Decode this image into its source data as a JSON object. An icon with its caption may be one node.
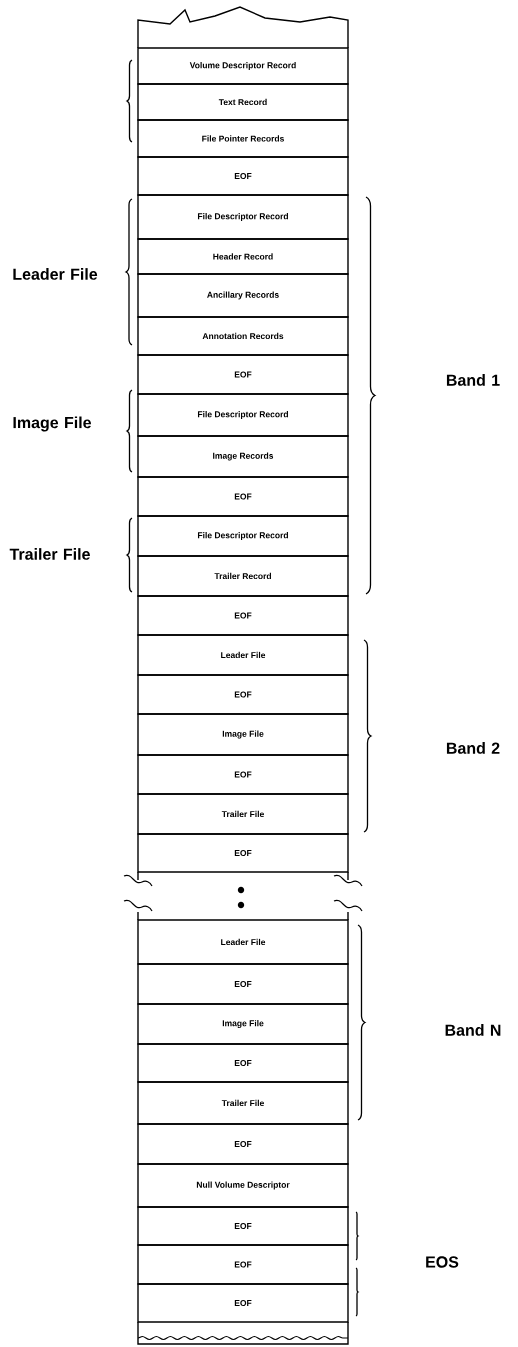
{
  "diagram": {
    "nodes": [
      {
        "text": [
          "Volume Descriptor Record"
        ]
      },
      {
        "text": [
          "Text Record"
        ]
      },
      {
        "text": [
          "File Pointer Records"
        ]
      },
      {
        "text": [
          "EOF"
        ]
      },
      {
        "text": [
          "File Descriptor Record"
        ]
      },
      {
        "text": [
          "Header Record"
        ]
      },
      {
        "text": [
          "Ancillary Records"
        ]
      },
      {
        "text": [
          "Annotation Records"
        ]
      },
      {
        "text": [
          "EOF"
        ]
      },
      {
        "text": [
          "File Descriptor Record"
        ]
      },
      {
        "text": [
          "Image Records"
        ]
      },
      {
        "text": [
          "EOF"
        ]
      },
      {
        "text": [
          "File Descriptor Record"
        ]
      },
      {
        "text": [
          "Trailer Record"
        ]
      },
      {
        "text": [
          "EOF"
        ]
      },
      {
        "text": [
          "Leader File"
        ]
      },
      {
        "text": [
          "EOF"
        ]
      },
      {
        "text": [
          "Image File"
        ]
      },
      {
        "text": [
          "EOF"
        ]
      },
      {
        "text": [
          "Trailer File"
        ]
      },
      {
        "text": [
          "EOF"
        ]
      },
      {
        "text": [
          "Leader File"
        ]
      },
      {
        "text": [
          "EOF"
        ]
      },
      {
        "text": [
          "Image File"
        ]
      },
      {
        "text": [
          "EOF"
        ]
      },
      {
        "text": [
          "Trailer File"
        ]
      },
      {
        "text": [
          "EOF"
        ]
      },
      {
        "text": [
          "Null Volume Descriptor"
        ]
      },
      {
        "text": [
          "EOF"
        ]
      },
      {
        "text": [
          "EOF"
        ]
      },
      {
        "text": [
          "EOF"
        ]
      }
    ],
    "labels": [
      "Leader File",
      "Band 1",
      "Image File",
      "Trailer File",
      "Band 2",
      "Band N",
      "EOS"
    ]
  }
}
